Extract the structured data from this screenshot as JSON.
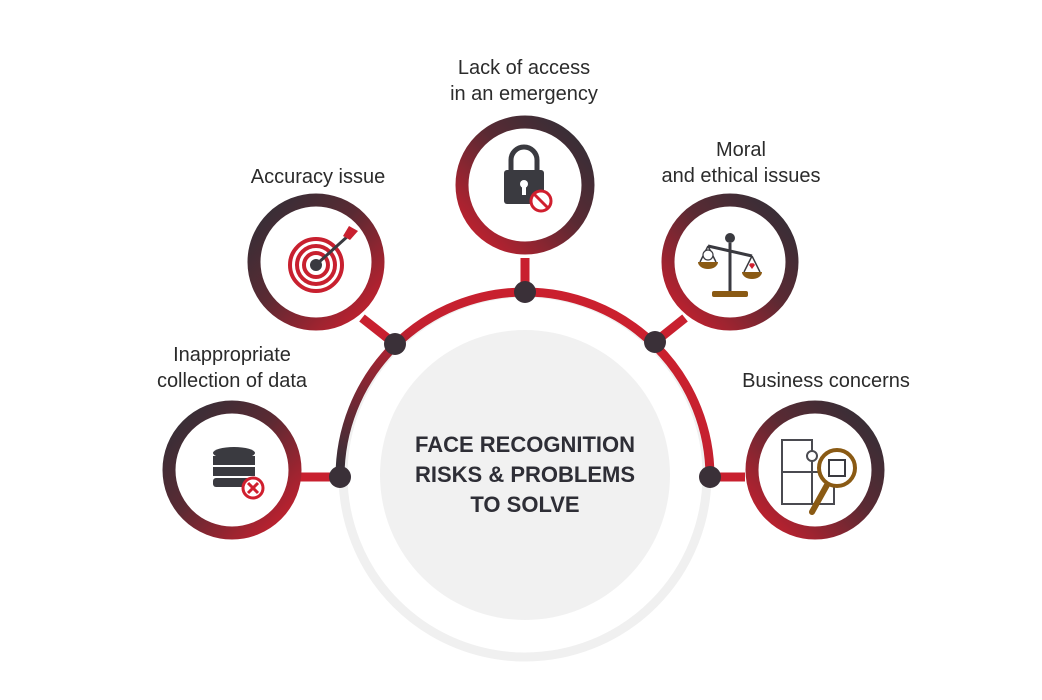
{
  "center": {
    "title_lines": [
      "FACE RECOGNITION",
      "RISKS & PROBLEMS",
      "TO SOLVE"
    ]
  },
  "items": [
    {
      "icon": "database-blocked-icon",
      "label_lines": [
        "Inappropriate",
        "collection of data"
      ]
    },
    {
      "icon": "target-arrow-icon",
      "label_lines": [
        "Accuracy issue"
      ]
    },
    {
      "icon": "padlock-blocked-icon",
      "label_lines": [
        "Lack of access",
        "in an emergency"
      ]
    },
    {
      "icon": "scales-icon",
      "label_lines": [
        "Moral",
        "and ethical issues"
      ]
    },
    {
      "icon": "puzzle-magnifier-icon",
      "label_lines": [
        "Business concerns"
      ]
    }
  ],
  "colors": {
    "accent_red": "#c8202f",
    "dark": "#33323a",
    "center_fill": "#f1f1f1",
    "outer_ring": "#f0f0f0",
    "brass": "#8a5a14"
  }
}
